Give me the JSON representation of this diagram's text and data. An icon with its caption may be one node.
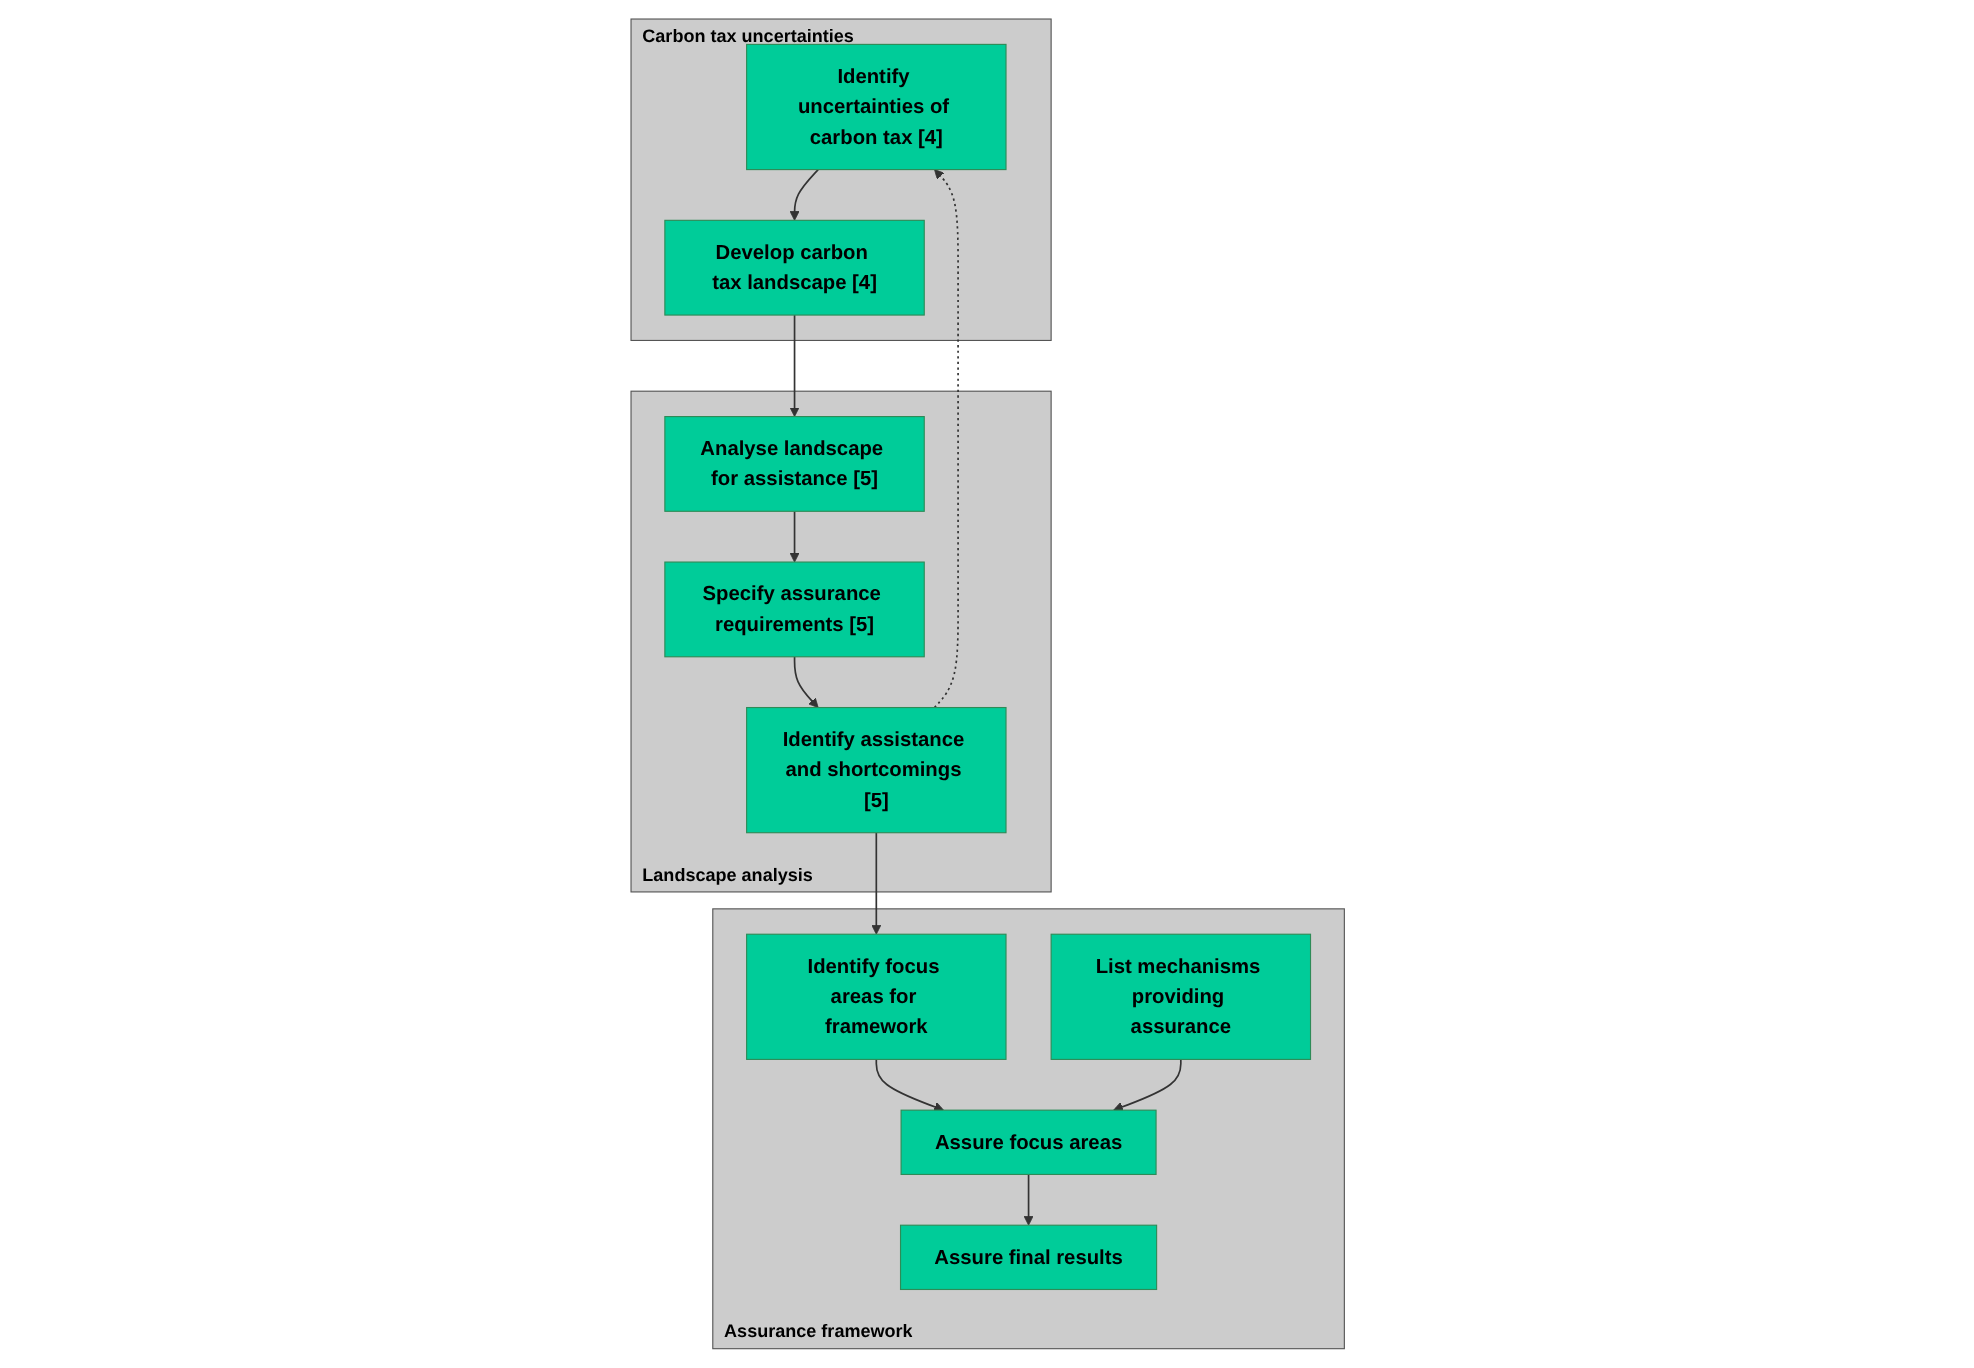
{
  "diagram": {
    "nodes": [
      {
        "text": [
          "Carbon tax uncertainties"
        ]
      },
      {
        "text": [
          "Identify uncertainties of carbon tax [4]"
        ],
        "in": 0
      },
      {
        "text": [
          "Develop carbon tax landscape [4]"
        ],
        "in": 0
      },
      {
        "text": [
          "Landscape analysis"
        ]
      },
      {
        "text": [
          "Analyse landscape for assistance [5]"
        ],
        "in": 3
      },
      {
        "text": [
          "Specify assurance requirements [5]"
        ],
        "in": 3
      },
      {
        "text": [
          "Identify assistance and shortcomings [5]"
        ],
        "in": 3
      },
      {
        "text": [
          "Assurance framework"
        ]
      },
      {
        "text": [
          "Identify focus areas for framework"
        ],
        "in": 7
      },
      {
        "text": [
          "List mechanisms providing assurance"
        ],
        "in": 7
      },
      {
        "text": [
          "Assure focus areas"
        ],
        "in": 7
      },
      {
        "text": [
          "Assure final results"
        ],
        "in": 7
      }
    ],
    "edges": [
      {
        "from": 1,
        "to": 2,
        "arrow": "to"
      },
      {
        "from": 2,
        "to": 4,
        "arrow": "to"
      },
      {
        "from": 4,
        "to": 5,
        "arrow": "to"
      },
      {
        "from": 5,
        "to": 6,
        "arrow": "to"
      },
      {
        "from": 6,
        "to": 1,
        "arrow": "to",
        "style": "dashed"
      },
      {
        "from": 6,
        "to": 8,
        "arrow": "to"
      },
      {
        "from": 8,
        "to": 10,
        "arrow": "to"
      },
      {
        "from": 9,
        "to": 10,
        "arrow": "to"
      },
      {
        "from": 10,
        "to": 11,
        "arrow": "to"
      }
    ]
  }
}
